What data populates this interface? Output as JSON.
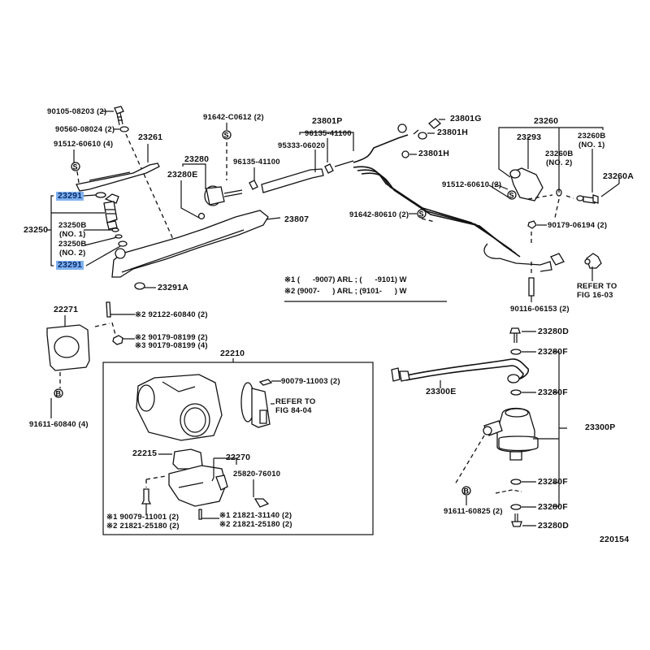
{
  "diagram": {
    "figure_number": "220154",
    "labels": {
      "bolt_90105": "90105-08203 (2)",
      "washer_90560": "90560-08024 (2)",
      "s_91512_4": "91512-60610 (4)",
      "delivery_pipe_23261": "23261",
      "injector_insulator_top": "23291",
      "injector_assy": "23250",
      "filter_no1_code": "23250B",
      "filter_no1_note": "(NO. 1)",
      "filter_no2_code": "23250B",
      "filter_no2_note": "(NO. 2)",
      "injector_insulator_bottom": "23291",
      "grommet_23291A": "23291A",
      "clip_91642_c0612": "91642-C0612 (2)",
      "regulator_23280": "23280",
      "regulator_oring_23280E": "23280E",
      "clamp_96135_left": "96135-41100",
      "delivery_pipe_23807": "23807",
      "hose_group_23801P": "23801P",
      "clamp_96135_right": "96135-41100",
      "hose_95333": "95333-06020",
      "union_bolt_23801G": "23801G",
      "gasket_23801H_a": "23801H",
      "gasket_23801H_b": "23801H",
      "s_91512_2": "91512-60610 (2)",
      "s_91642_80610": "91642-80610 (2)",
      "pulsation_23260": "23260",
      "pulsation_body_23293": "23293",
      "gasket_23260B_no2_code": "23260B",
      "gasket_23260B_no2_note": "(NO. 2)",
      "gasket_23260B_no1_code": "23260B",
      "gasket_23260B_no1_note": "(NO. 1)",
      "union_23260A": "23260A",
      "nut_90179_06194": "90179-06194 (2)",
      "stud_90116": "90116-06153 (2)",
      "refer_fig_16_line1": "REFER TO",
      "refer_fig_16_line2": "FIG 16-03",
      "gasket_22271": "22271",
      "stud_92122": "92122-60840 (2)",
      "nut_90179_08199_a": "90179-08199 (2)",
      "nut_90179_08199_b": "90179-08199 (4)",
      "bolt_91611_60840": "91611-60840 (4)",
      "throttle_body_22210": "22210",
      "screw_90079_11003": "90079-11003 (2)",
      "refer_fig_84_line1": "REFER TO",
      "refer_fig_84_line2": "FIG 84-04",
      "gasket_22215": "22215",
      "isc_valve_22270": "22270",
      "sensor_25820": "25820-76010",
      "bolt_left_1": "90079-11001 (2)",
      "bolt_left_2": "21821-25180 (2)",
      "bolt_right_1": "21821-31140 (2)",
      "bolt_right_2": "21821-25180 (2)",
      "bolt_23280D_top": "23280D",
      "gasket_23280F_1": "23280F",
      "pipe_23300E": "23300E",
      "gasket_23280F_2": "23280F",
      "filter_23300P": "23300P",
      "gasket_23280F_3": "23280F",
      "gasket_23280F_4": "23280F",
      "bolt_91611_60825": "91611-60825 (2)",
      "bolt_23280D_bottom": "23280D"
    },
    "markers": {
      "note1": "※1",
      "note2": "※2",
      "note3": "※3",
      "s_symbol": "S",
      "b_symbol": "B"
    },
    "legend": {
      "row1_mark": "※1",
      "row1_text": "(      -9007) ARL ; (      -9101) W",
      "row2_mark": "※2",
      "row2_text": "(9007-      ) ARL ; (9101-      ) W"
    },
    "highlight_color": "#7fb2ef"
  }
}
